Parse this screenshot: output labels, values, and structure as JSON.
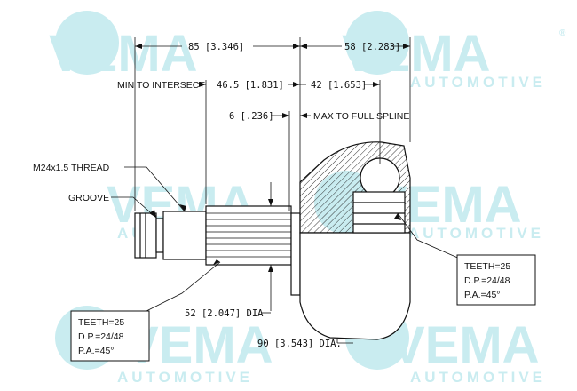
{
  "watermark": {
    "brand": "VEMA",
    "subtitle": "AUTOMOTIVE",
    "reg": "®",
    "color": "#c9ecf0"
  },
  "dimensions": {
    "overall_left": "85 [3.346]",
    "overall_right": "58 [2.283]",
    "min_to_intersect_label": "MIN TO INTERSECT",
    "min_to_intersect": "46.5 [1.831]",
    "max_to_spline": "42 [1.653]",
    "collar": "6 [.236]",
    "max_to_full_spline_label": "MAX TO FULL SPLINE",
    "thread": "M24x1.5 THREAD",
    "groove": "GROOVE",
    "shaft_dia": "52 [2.047] DIA",
    "body_dia": "90 [3.543] DIA."
  },
  "spec_boxes": {
    "outer": {
      "teeth": "TEETH=25",
      "dp": "D.P.=24/48",
      "pa": "P.A.=45°"
    },
    "inner": {
      "teeth": "TEETH=25",
      "dp": "D.P.=24/48",
      "pa": "P.A.=45°"
    }
  }
}
